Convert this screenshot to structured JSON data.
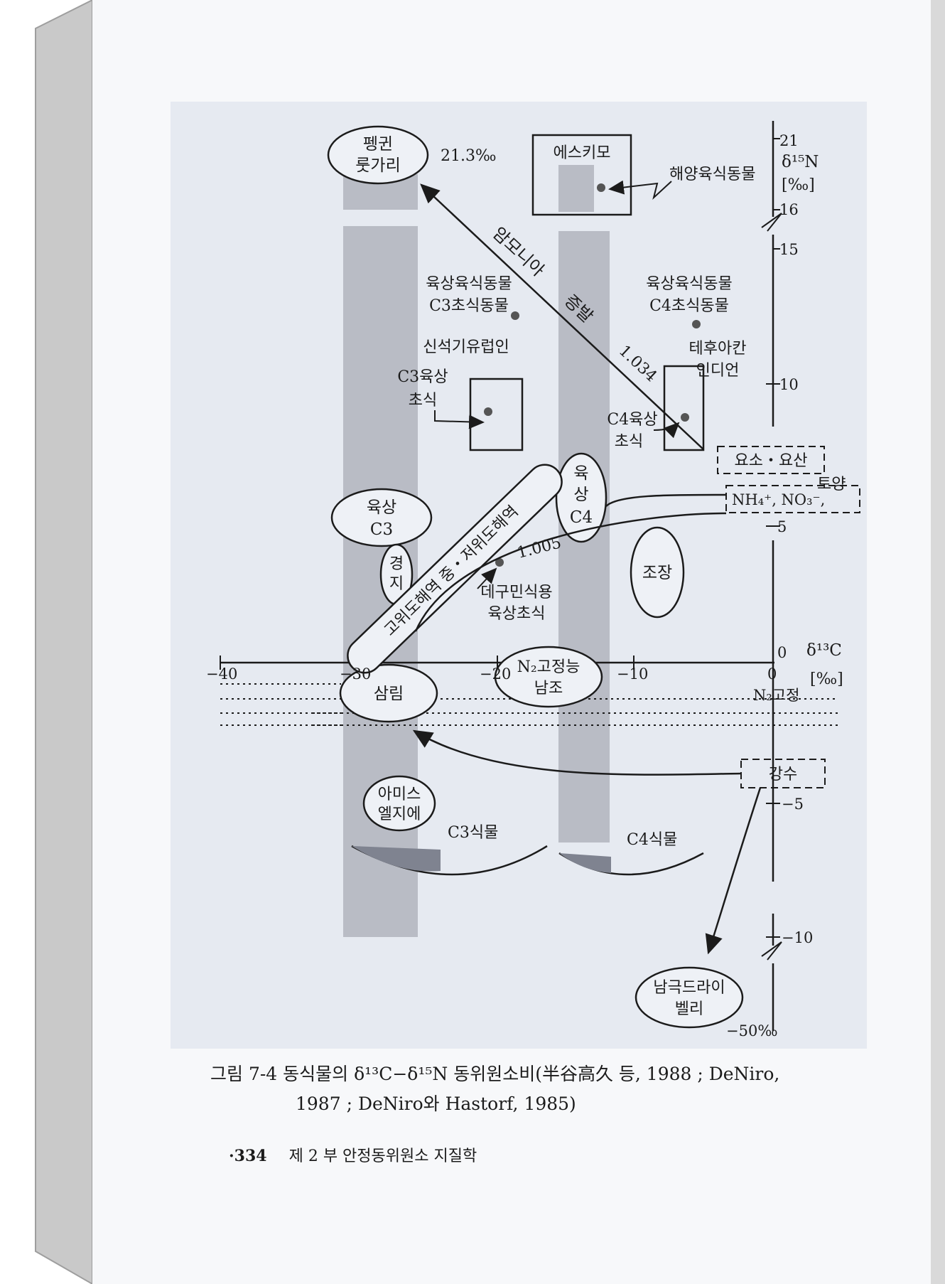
{
  "figure": {
    "penguin": [
      "펭귄",
      "룻가리"
    ],
    "penguin_value": "21.3‰",
    "eskimo": "에스키모",
    "marine_carnivore": "해양육식동물",
    "ammonia": "암모니아",
    "evaporation": "증발",
    "fractionation_1": "1.034",
    "fractionation_2": "1.005",
    "c3_carnivore": [
      "육상육식동물",
      "C3초식동물"
    ],
    "c4_carnivore": [
      "육상육식동물",
      "C4초식동물"
    ],
    "neolithic": "신석기유럽인",
    "c3_herbivore": [
      "C3육상",
      "초식"
    ],
    "tehuacan": [
      "테후아칸",
      "인디언"
    ],
    "c4_herbivore": [
      "C4육상",
      "초식"
    ],
    "urea": "요소・요산",
    "soil": "토양",
    "nh4": "NH₄⁺, NO₃⁻,",
    "land_c3": [
      "육상",
      "C3"
    ],
    "land_c4": [
      "육",
      "상",
      "C4"
    ],
    "ocean_band": "고위도해역 중・저위도해역",
    "pasture": [
      "경",
      "지"
    ],
    "algae": "조장",
    "degu": [
      "데구민식용",
      "육상초식"
    ],
    "forest": "삼림",
    "n2_fixing_algae": [
      "N₂고정능",
      "남조"
    ],
    "n2_fixation": "N₂고정",
    "rain": "강수",
    "amiss": [
      "아미스",
      "엘지에"
    ],
    "c3_plants": "C3식물",
    "c4_plants": "C4식물",
    "antarctic": [
      "남극드라이",
      "벨리"
    ],
    "y_axis": {
      "label": "δ¹⁵N",
      "unit": "[‰]",
      "ticks": [
        "21",
        "16",
        "15",
        "10",
        "5",
        "0",
        "−5",
        "−10",
        "−50‰"
      ]
    },
    "x_axis": {
      "label": "δ¹³C",
      "unit": "[‰]",
      "ticks": [
        "−40",
        "−30",
        "−20",
        "−10",
        "0"
      ]
    }
  },
  "caption": {
    "line1": "그림 7-4  동식물의  δ¹³C−δ¹⁵N  동위원소비(半谷高久  등,  1988 ; DeNiro,",
    "line2": "1987 ; DeNiro와  Hastorf, 1985)"
  },
  "footer": {
    "page_number": "·334",
    "text": "제 2 부  안정동위원소 지질학"
  }
}
